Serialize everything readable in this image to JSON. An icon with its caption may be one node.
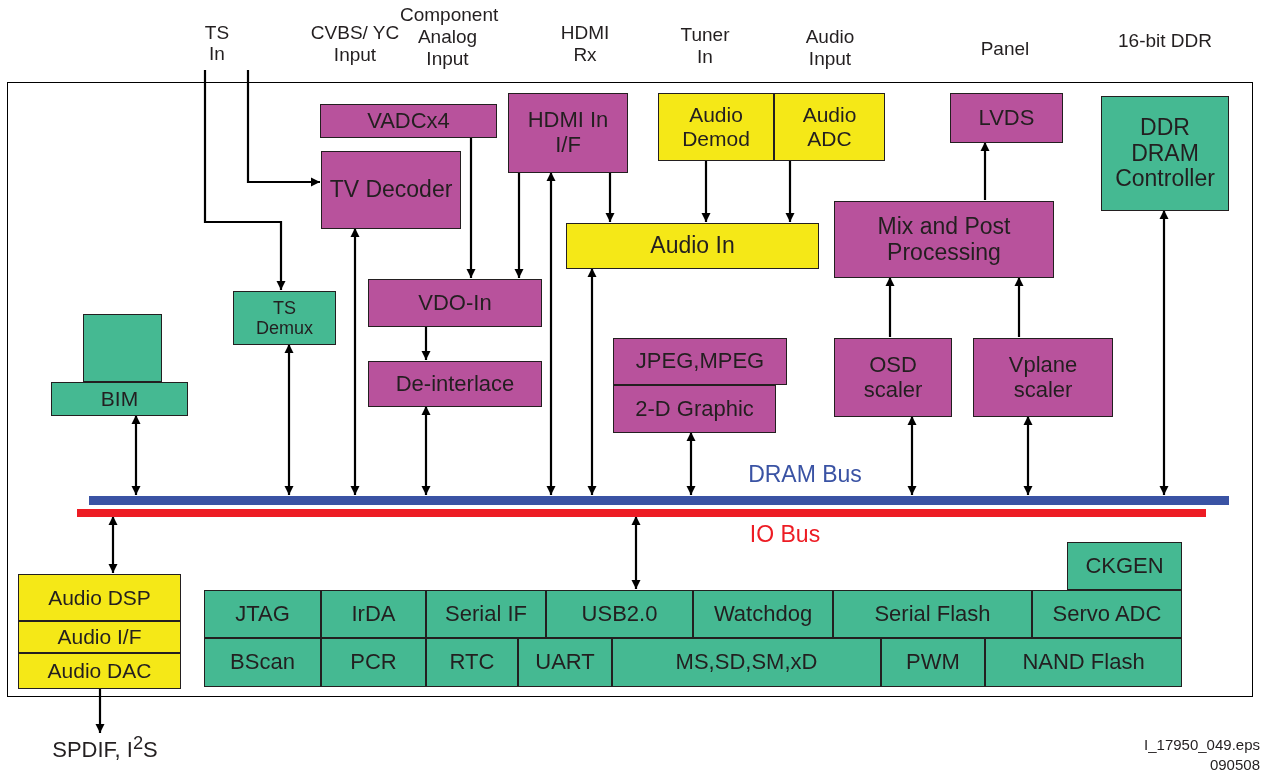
{
  "diagram": {
    "nodes": [
      {
        "text": [],
        "shape": "box"
      },
      {
        "text": [
          "TS In"
        ]
      },
      {
        "text": [
          "VADCx4"
        ],
        "in": 0
      },
      {
        "text": [
          "HDMI In I/F"
        ],
        "in": 0
      },
      {
        "text": [
          "Audio Demod"
        ],
        "in": 0
      },
      {
        "text": [
          "Audio ADC"
        ],
        "in": 0
      },
      {
        "text": [
          "LVDS"
        ],
        "in": 0
      },
      {
        "text": [
          "DDR DRAM Controller"
        ],
        "in": 0
      },
      {
        "text": [
          "TV Decoder"
        ],
        "in": 0
      },
      {
        "text": [
          "Audio In"
        ],
        "in": 0
      },
      {
        "text": [
          "Mix and Post Processing"
        ],
        "in": 0
      },
      {
        "text": [
          "TS Demux"
        ],
        "in": 0
      },
      {
        "text": [
          "VDO-In"
        ],
        "in": 0
      },
      {
        "text": [],
        "shape": "box",
        "in": 0
      },
      {
        "text": [
          "De-interlace"
        ],
        "in": 0
      },
      {
        "text": [
          "JPEG,MPEG"
        ],
        "in": 0
      },
      {
        "text": [
          "OSD scaler"
        ],
        "in": 0
      },
      {
        "text": [
          "Vplane scaler"
        ],
        "in": 0
      },
      {
        "text": [
          "BIM"
        ],
        "in": 0
      },
      {
        "text": [
          "2-D Graphic"
        ],
        "in": 0
      },
      {
        "text": [],
        "shape": "bar",
        "beside": [
          "DRAM Bus"
        ],
        "in": 0
      },
      {
        "text": [],
        "shape": "bar",
        "beside": [
          "IO Bus"
        ],
        "in": 0
      },
      {
        "text": [
          "CKGEN"
        ],
        "in": 0
      },
      {
        "text": [
          "Audio DSP"
        ],
        "in": 0
      },
      {
        "text": [
          "JTAG"
        ],
        "in": 0
      },
      {
        "text": [
          "IrDA"
        ],
        "in": 0
      },
      {
        "text": [
          "Serial IF"
        ],
        "in": 0
      },
      {
        "text": [
          "USB2.0"
        ],
        "in": 0
      },
      {
        "text": [
          "Watchdog"
        ],
        "in": 0
      },
      {
        "text": [
          "Serial Flash"
        ],
        "in": 0
      },
      {
        "text": [
          "Servo ADC"
        ],
        "in": 0
      },
      {
        "text": [
          "Audio I/F"
        ],
        "in": 0
      },
      {
        "text": [
          "BScan"
        ],
        "in": 0
      },
      {
        "text": [
          "PCR"
        ],
        "in": 0
      },
      {
        "text": [
          "RTC"
        ],
        "in": 0
      },
      {
        "text": [
          "UART"
        ],
        "in": 0
      },
      {
        "text": [
          "MS,SD,SM,xD"
        ],
        "in": 0
      },
      {
        "text": [
          "PWM"
        ],
        "in": 0
      },
      {
        "text": [
          "NAND Flash"
        ],
        "in": 0
      },
      {
        "text": [
          "Audio DAC"
        ],
        "in": 0
      },
      {
        "text": [
          "SPDIF, I$^{2}$S"
        ]
      }
    ],
    "edges": [
      {
        "from": 1,
        "to": 11,
        "arrow": "to"
      },
      {
        "from": 1,
        "to": 8,
        "arrow": "to"
      },
      {
        "from": 2,
        "to": 12,
        "arrow": "to"
      },
      {
        "from": 3,
        "to": 12,
        "arrow": "to"
      },
      {
        "from": 3,
        "to": 9,
        "arrow": "to"
      },
      {
        "from": 4,
        "to": 9,
        "arrow": "to"
      },
      {
        "from": 5,
        "to": 9,
        "arrow": "to"
      },
      {
        "from": 10,
        "to": 6,
        "arrow": "to"
      },
      {
        "from": 20,
        "to": 7,
        "arrow": "both"
      },
      {
        "from": 20,
        "to": 8,
        "arrow": "both"
      },
      {
        "from": 20,
        "to": 3,
        "arrow": "both"
      },
      {
        "from": 20,
        "to": 9,
        "arrow": "both"
      },
      {
        "from": 16,
        "to": 10,
        "arrow": "to"
      },
      {
        "from": 17,
        "to": 10,
        "arrow": "to"
      },
      {
        "from": 12,
        "to": 14,
        "arrow": "to"
      },
      {
        "from": 20,
        "to": 11,
        "arrow": "both"
      },
      {
        "from": 20,
        "to": 18,
        "arrow": "both"
      },
      {
        "from": 20,
        "to": 14,
        "arrow": "both"
      },
      {
        "from": 20,
        "to": 19,
        "arrow": "both"
      },
      {
        "from": 20,
        "to": 16,
        "arrow": "both"
      },
      {
        "from": 20,
        "to": 17,
        "arrow": "both"
      },
      {
        "from": 21,
        "to": 23,
        "arrow": "both"
      },
      {
        "from": 21,
        "to": 27,
        "arrow": "both"
      },
      {
        "from": 39,
        "to": 40,
        "arrow": "to"
      }
    ],
    "labels": [
      "CVBS/ YC Input",
      "Component Analog Input",
      "HDMI Rx",
      "Tuner In",
      "Audio Input",
      "Panel",
      "16-bit DDR",
      "I_17950_049.eps",
      "090508"
    ]
  }
}
